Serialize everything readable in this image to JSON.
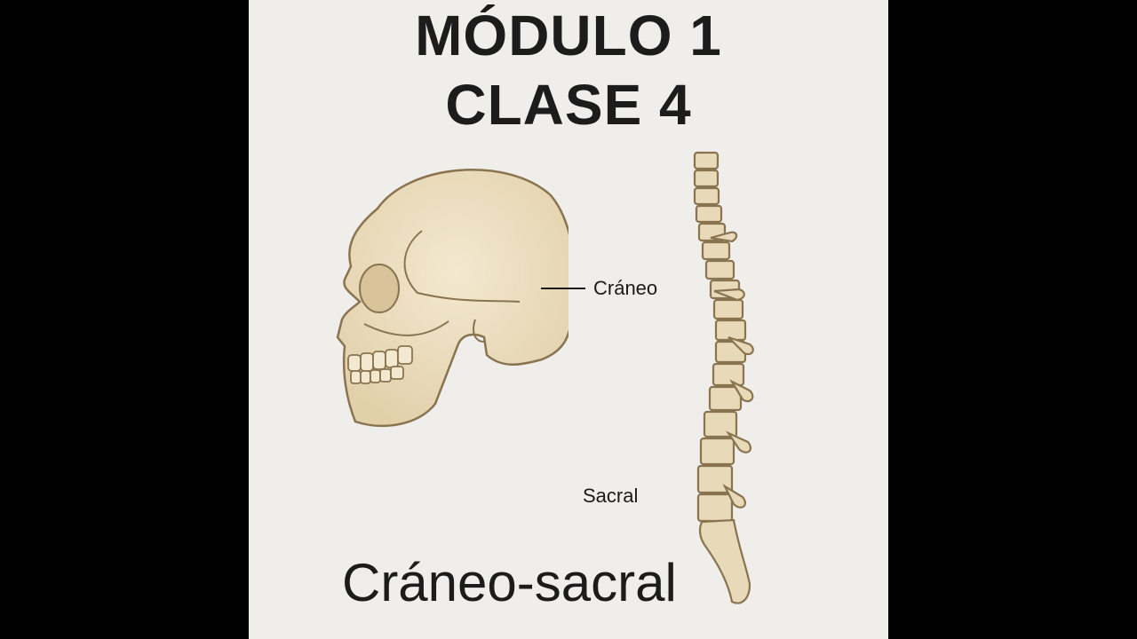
{
  "video_frame": {
    "poster": {
      "title_line1": "MÓDULO 1",
      "title_line2": "CLASE 4",
      "footer_title": "Cráneo-sacral",
      "labels": {
        "skull": "Cráneo",
        "sacrum": "Sacral"
      },
      "illustrations": [
        "skull-side-view",
        "spine-lateral-view"
      ],
      "colors": {
        "background": "#f0eeea",
        "bone_fill": "#e8d9b8",
        "bone_outline": "#8a7450",
        "text": "#1c1c1c",
        "letterbox": "#000000"
      }
    }
  }
}
